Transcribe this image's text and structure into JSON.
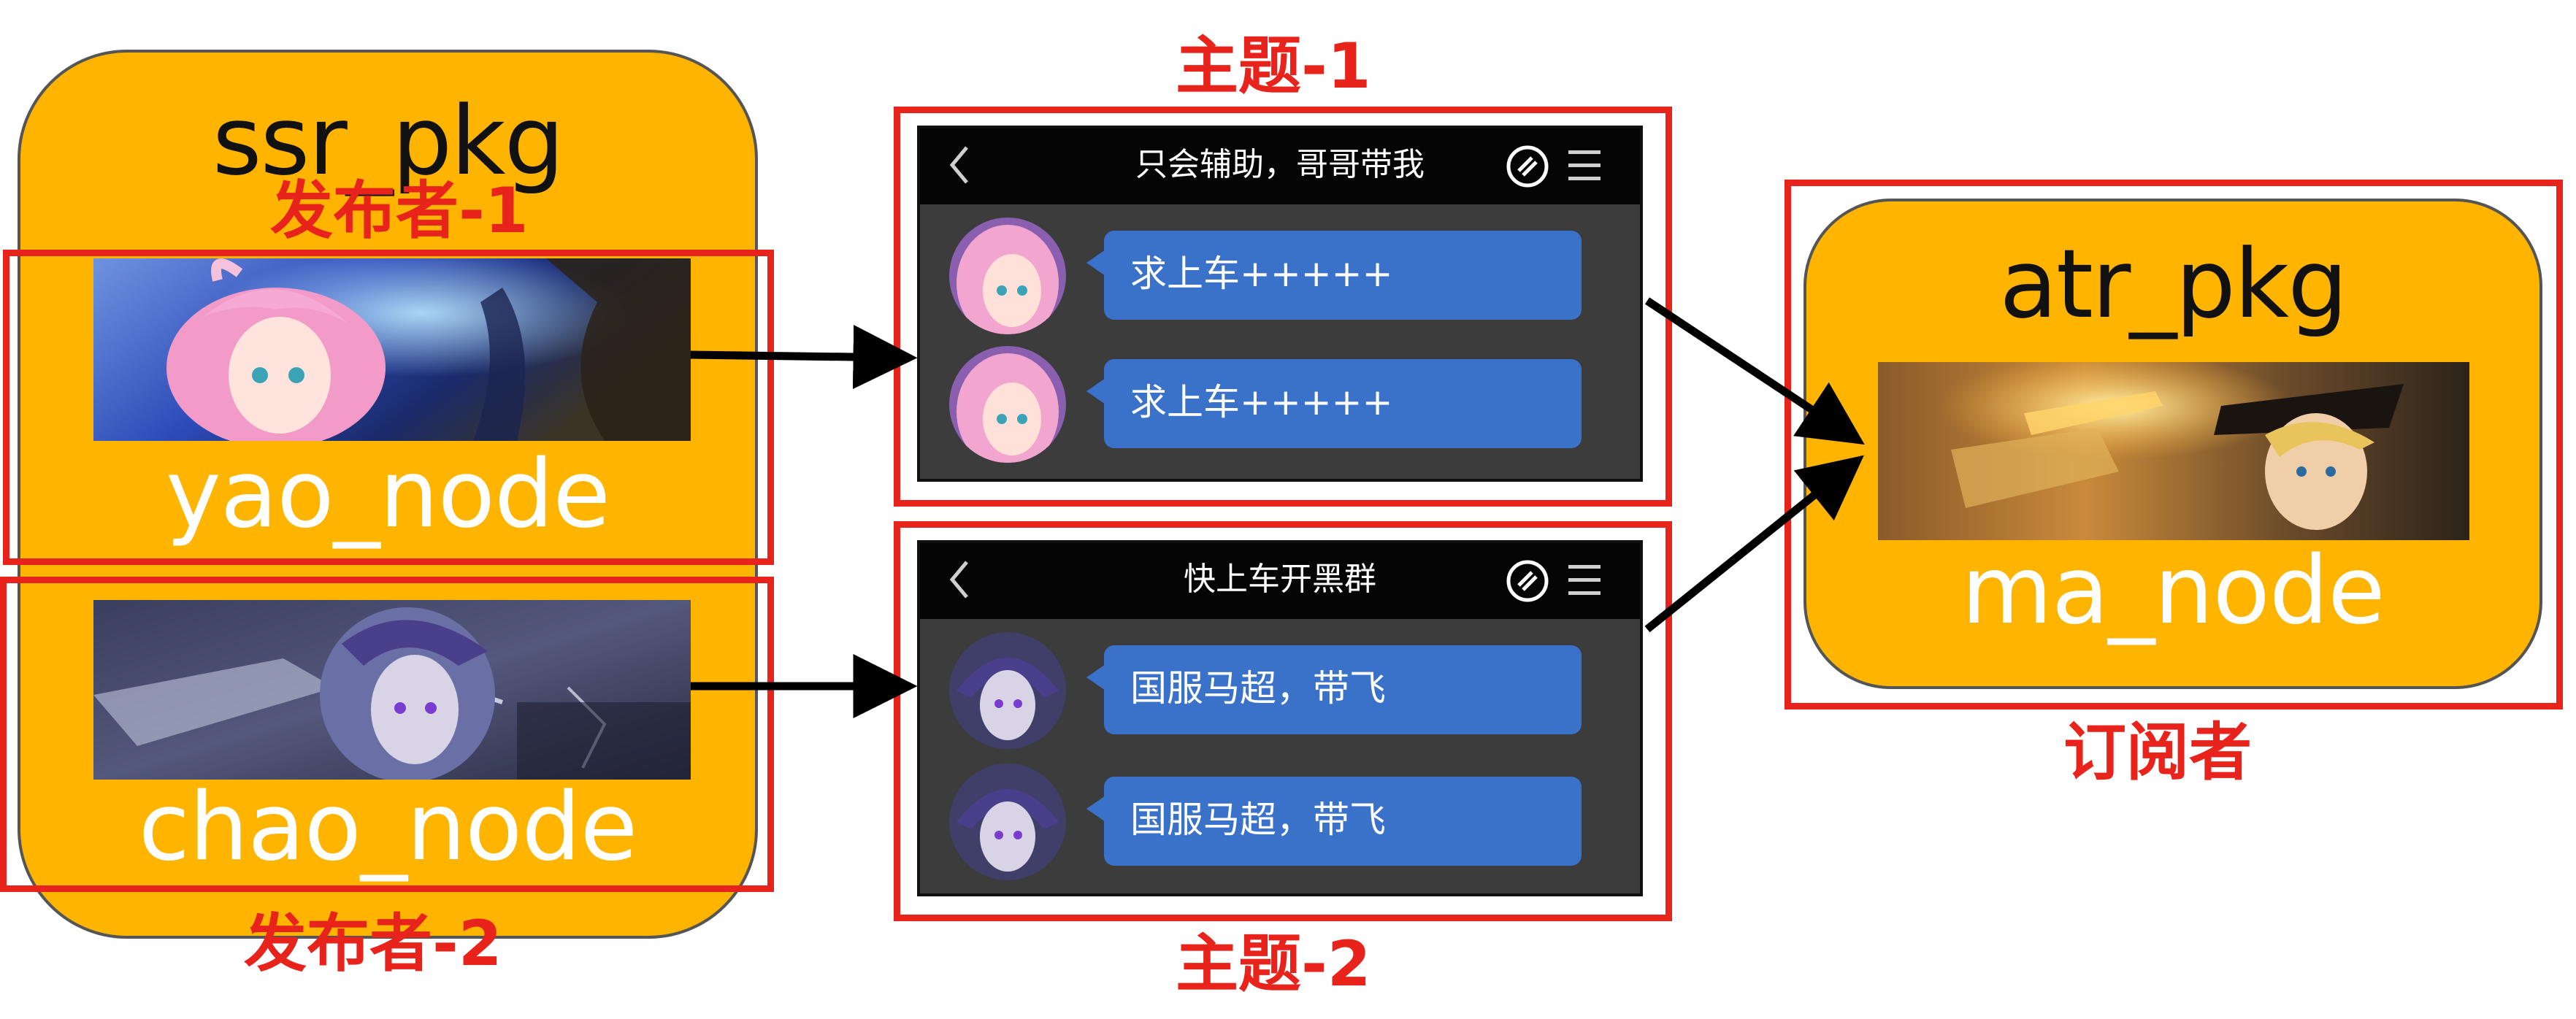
{
  "publisher_pkg": {
    "title": "ssr_pkg",
    "nodes": [
      {
        "label": "yao_node",
        "role": "发布者-1"
      },
      {
        "label": "chao_node",
        "role": "发布者-2"
      }
    ]
  },
  "topics": [
    {
      "label": "主题-1",
      "chat_title": "只会辅助，哥哥带我",
      "messages": [
        "求上车+++++",
        "求上车+++++"
      ]
    },
    {
      "label": "主题-2",
      "chat_title": "快上车开黑群",
      "messages": [
        "国服马超，带飞",
        "国服马超，带飞"
      ]
    }
  ],
  "subscriber_pkg": {
    "title": "atr_pkg",
    "node": {
      "label": "ma_node",
      "role": "订阅者"
    }
  },
  "colors": {
    "package_fill": "#FFB400",
    "highlight_red": "#E8231B",
    "chat_bubble": "#3A71C9",
    "chat_background": "#3c3c3c"
  },
  "icons": [
    "back-chevron-icon",
    "link-icon",
    "menu-icon",
    "arrow-icon"
  ]
}
